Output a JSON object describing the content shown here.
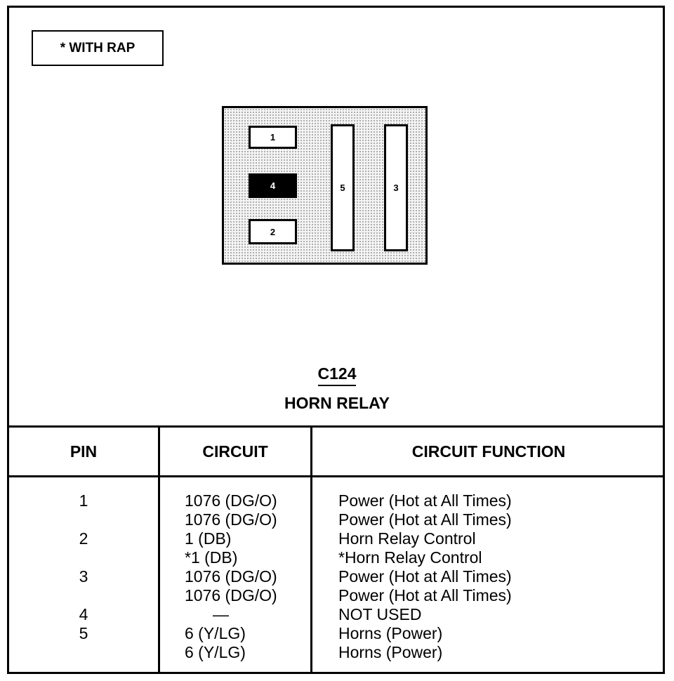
{
  "note": "* WITH RAP",
  "connector": {
    "id": "C124",
    "name": "HORN RELAY",
    "pins": [
      {
        "label": "1",
        "filled": false
      },
      {
        "label": "4",
        "filled": true
      },
      {
        "label": "2",
        "filled": false
      },
      {
        "label": "5",
        "filled": false
      },
      {
        "label": "3",
        "filled": false
      }
    ]
  },
  "table": {
    "headers": [
      "PIN",
      "CIRCUIT",
      "CIRCUIT FUNCTION"
    ],
    "rows": [
      {
        "pin": "1",
        "circuit": "1076 (DG/O)",
        "function": "Power (Hot at All Times)"
      },
      {
        "pin": "",
        "circuit": "1076 (DG/O)",
        "function": "Power (Hot at All Times)"
      },
      {
        "pin": "2",
        "circuit": "1 (DB)",
        "function": "Horn Relay Control"
      },
      {
        "pin": "",
        "circuit": "*1 (DB)",
        "function": "*Horn Relay Control"
      },
      {
        "pin": "3",
        "circuit": "1076 (DG/O)",
        "function": "Power (Hot at All Times)"
      },
      {
        "pin": "",
        "circuit": "1076 (DG/O)",
        "function": "Power (Hot at All Times)"
      },
      {
        "pin": "4",
        "circuit": "—",
        "function": "NOT USED"
      },
      {
        "pin": "5",
        "circuit": "6 (Y/LG)",
        "function": "Horns (Power)"
      },
      {
        "pin": "",
        "circuit": "6 (Y/LG)",
        "function": "Horns (Power)"
      }
    ]
  }
}
